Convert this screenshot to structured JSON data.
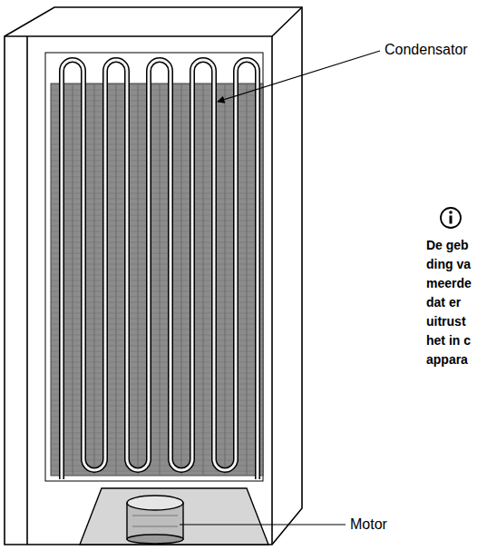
{
  "diagram": {
    "labels": [
      "Condensator",
      "Motor",
      "De geb ding va meerde dat er uitrust het in c appara"
    ]
  }
}
